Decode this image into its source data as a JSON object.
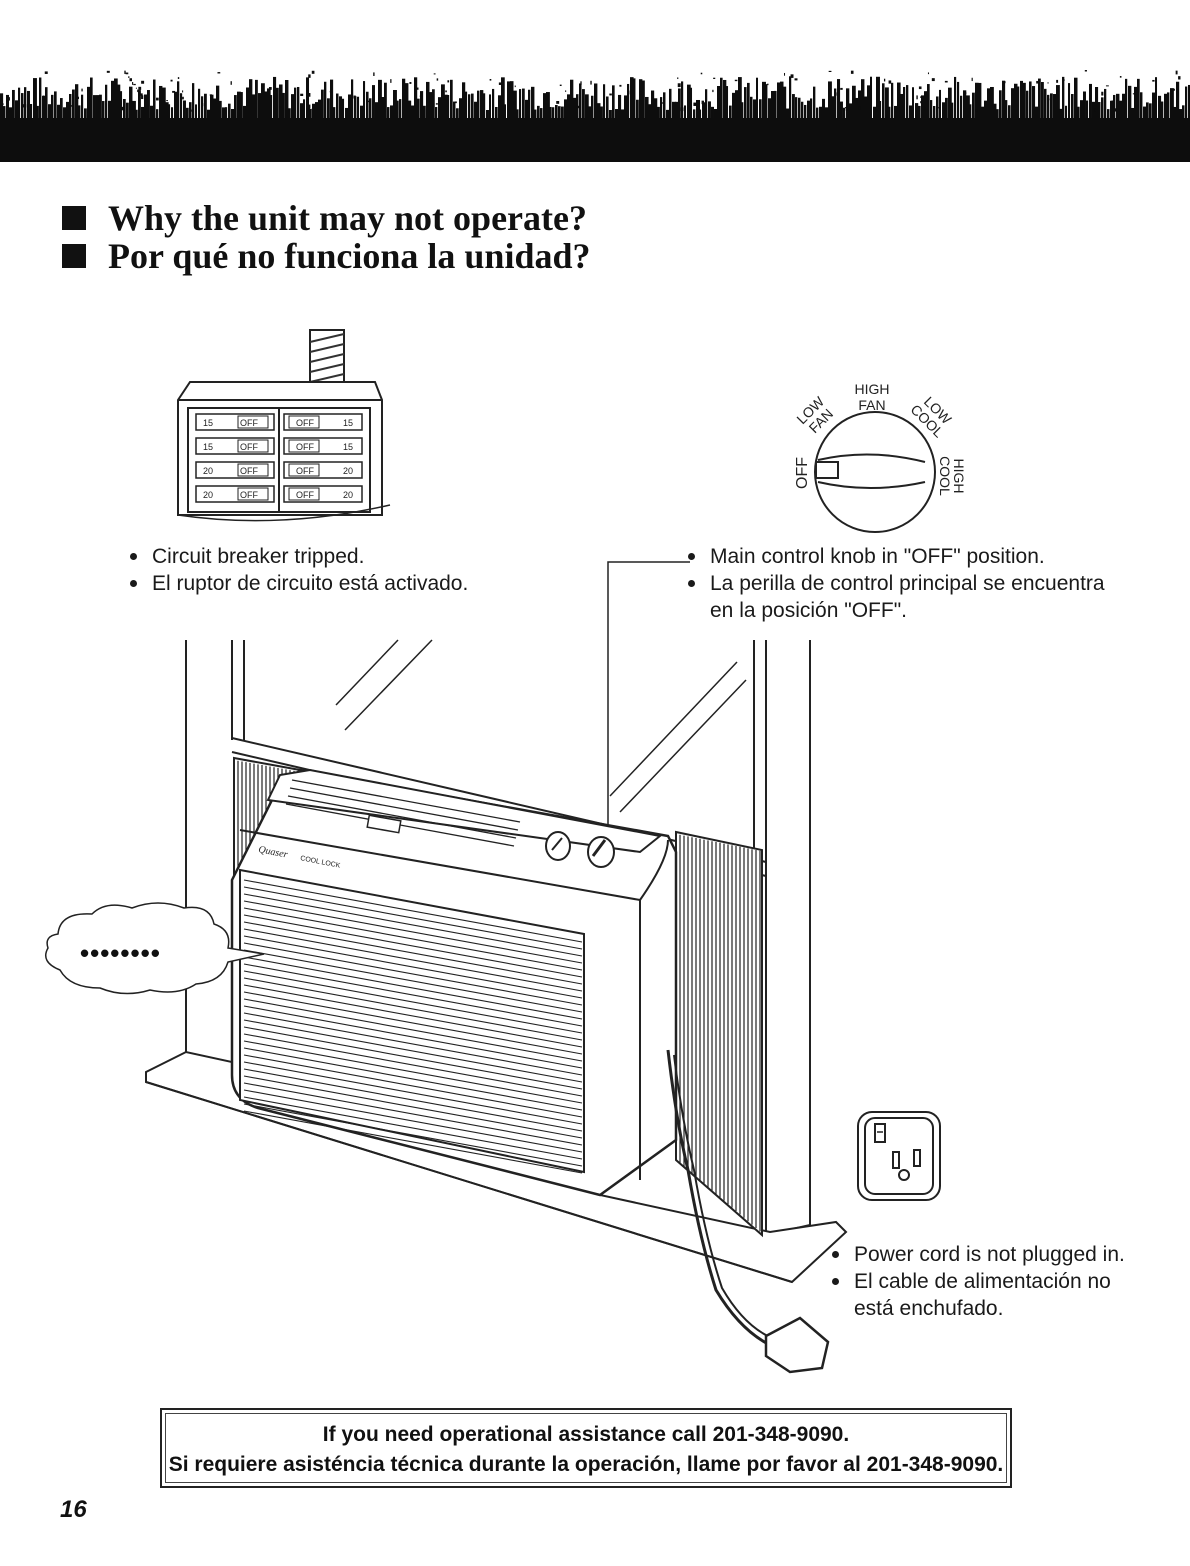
{
  "headings": {
    "english": "Why the unit may not operate?",
    "spanish": "Por qué no funciona la unidad?"
  },
  "breaker_panel": {
    "rows": [
      {
        "left_amp": "15",
        "left_switch": "OFF",
        "right_switch": "OFF",
        "right_amp": "15"
      },
      {
        "left_amp": "15",
        "left_switch": "OFF",
        "right_switch": "OFF",
        "right_amp": "15"
      },
      {
        "left_amp": "20",
        "left_switch": "OFF",
        "right_switch": "OFF",
        "right_amp": "20"
      },
      {
        "left_amp": "20",
        "left_switch": "OFF",
        "right_switch": "OFF",
        "right_amp": "20"
      }
    ]
  },
  "control_dial": {
    "off": "OFF",
    "low_fan": [
      "LOW",
      "FAN"
    ],
    "high_fan": [
      "HIGH",
      "FAN"
    ],
    "low_cool": [
      "LOW",
      "COOL"
    ],
    "high_cool": [
      "HIGH",
      "COOL"
    ]
  },
  "causes": {
    "breaker": {
      "en": "Circuit breaker tripped.",
      "es": "El ruptor de circuito está activado."
    },
    "knob": {
      "en": "Main control knob in \"OFF\" position.",
      "es_line1": "La perilla de control principal se encuentra",
      "es_line2": "en la posición \"OFF\"."
    },
    "cord": {
      "en": "Power cord is not plugged in.",
      "es_line1": "El cable de alimentación no",
      "es_line2": "está enchufado."
    }
  },
  "unit_brand": {
    "logo": "Quaser",
    "model": "COOL LOCK"
  },
  "speech_bubble": "••••••••",
  "assistance": {
    "en": "If you need operational assistance call 201-348-9090.",
    "es": "Si requiere asisténcia técnica durante la operación, llame por favor al 201-348-9090."
  },
  "page_number": "16"
}
